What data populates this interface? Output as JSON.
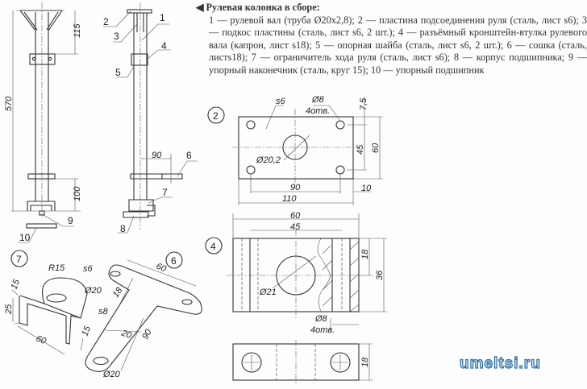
{
  "caption": {
    "title": "Рулевая колонка в сборе:",
    "body": "1 — рулевой вал (труба Ø20х2,8); 2 — пластина подсоединения руля (сталь, лист s6); 3 — подкос пластины (сталь, лист s6, 2 шт.); 4 — разъёмный кронштейн-втулка рулевого вала (капрон, лист s18); 5 — опорная шайба (сталь, лист s6, 2 шт.); 6 — сошка (сталь, листs18); 7 — ограничитель хода руля (сталь, лист s6); 8 — корпус подшипника; 9 — упорный наконечник (сталь, круг 15); 10 — упорный подшипник"
  },
  "assembly_front": {
    "dim_total": "570",
    "dim_top": "115",
    "dim_bottom": "100",
    "label_9": "9",
    "label_10": "10"
  },
  "assembly_side": {
    "l1": "1",
    "l2": "2",
    "l3": "3",
    "l4": "4",
    "l5": "5",
    "l6": "6",
    "l7": "7",
    "l8": "8",
    "dim_90": "90"
  },
  "part2": {
    "num": "2",
    "thickness": "s6",
    "hole": "Ø8",
    "holes_count": "4отв.",
    "d_75": "7,5",
    "d_45": "45",
    "d_60": "60",
    "center_hole": "Ø20,2",
    "d_90": "90",
    "d_10": "10",
    "d_110": "110"
  },
  "part4": {
    "num": "4",
    "d_60": "60",
    "d_45": "45",
    "d_18": "18",
    "d_36": "36",
    "center_hole": "Ø21",
    "hole": "Ø8",
    "holes_count": "4отв.",
    "d_18b": "18"
  },
  "part7": {
    "num": "7",
    "radius": "R15",
    "thickness": "s6",
    "hole": "Ø20",
    "d_15": "15",
    "d_25": "25",
    "d_60": "60",
    "d_15b": "15"
  },
  "part6": {
    "num": "6",
    "d_60": "60",
    "d_18": "18",
    "thickness": "s8",
    "d_20": "20",
    "d_90": "90",
    "hole": "Ø20"
  },
  "watermark": "umeltsi.ru"
}
